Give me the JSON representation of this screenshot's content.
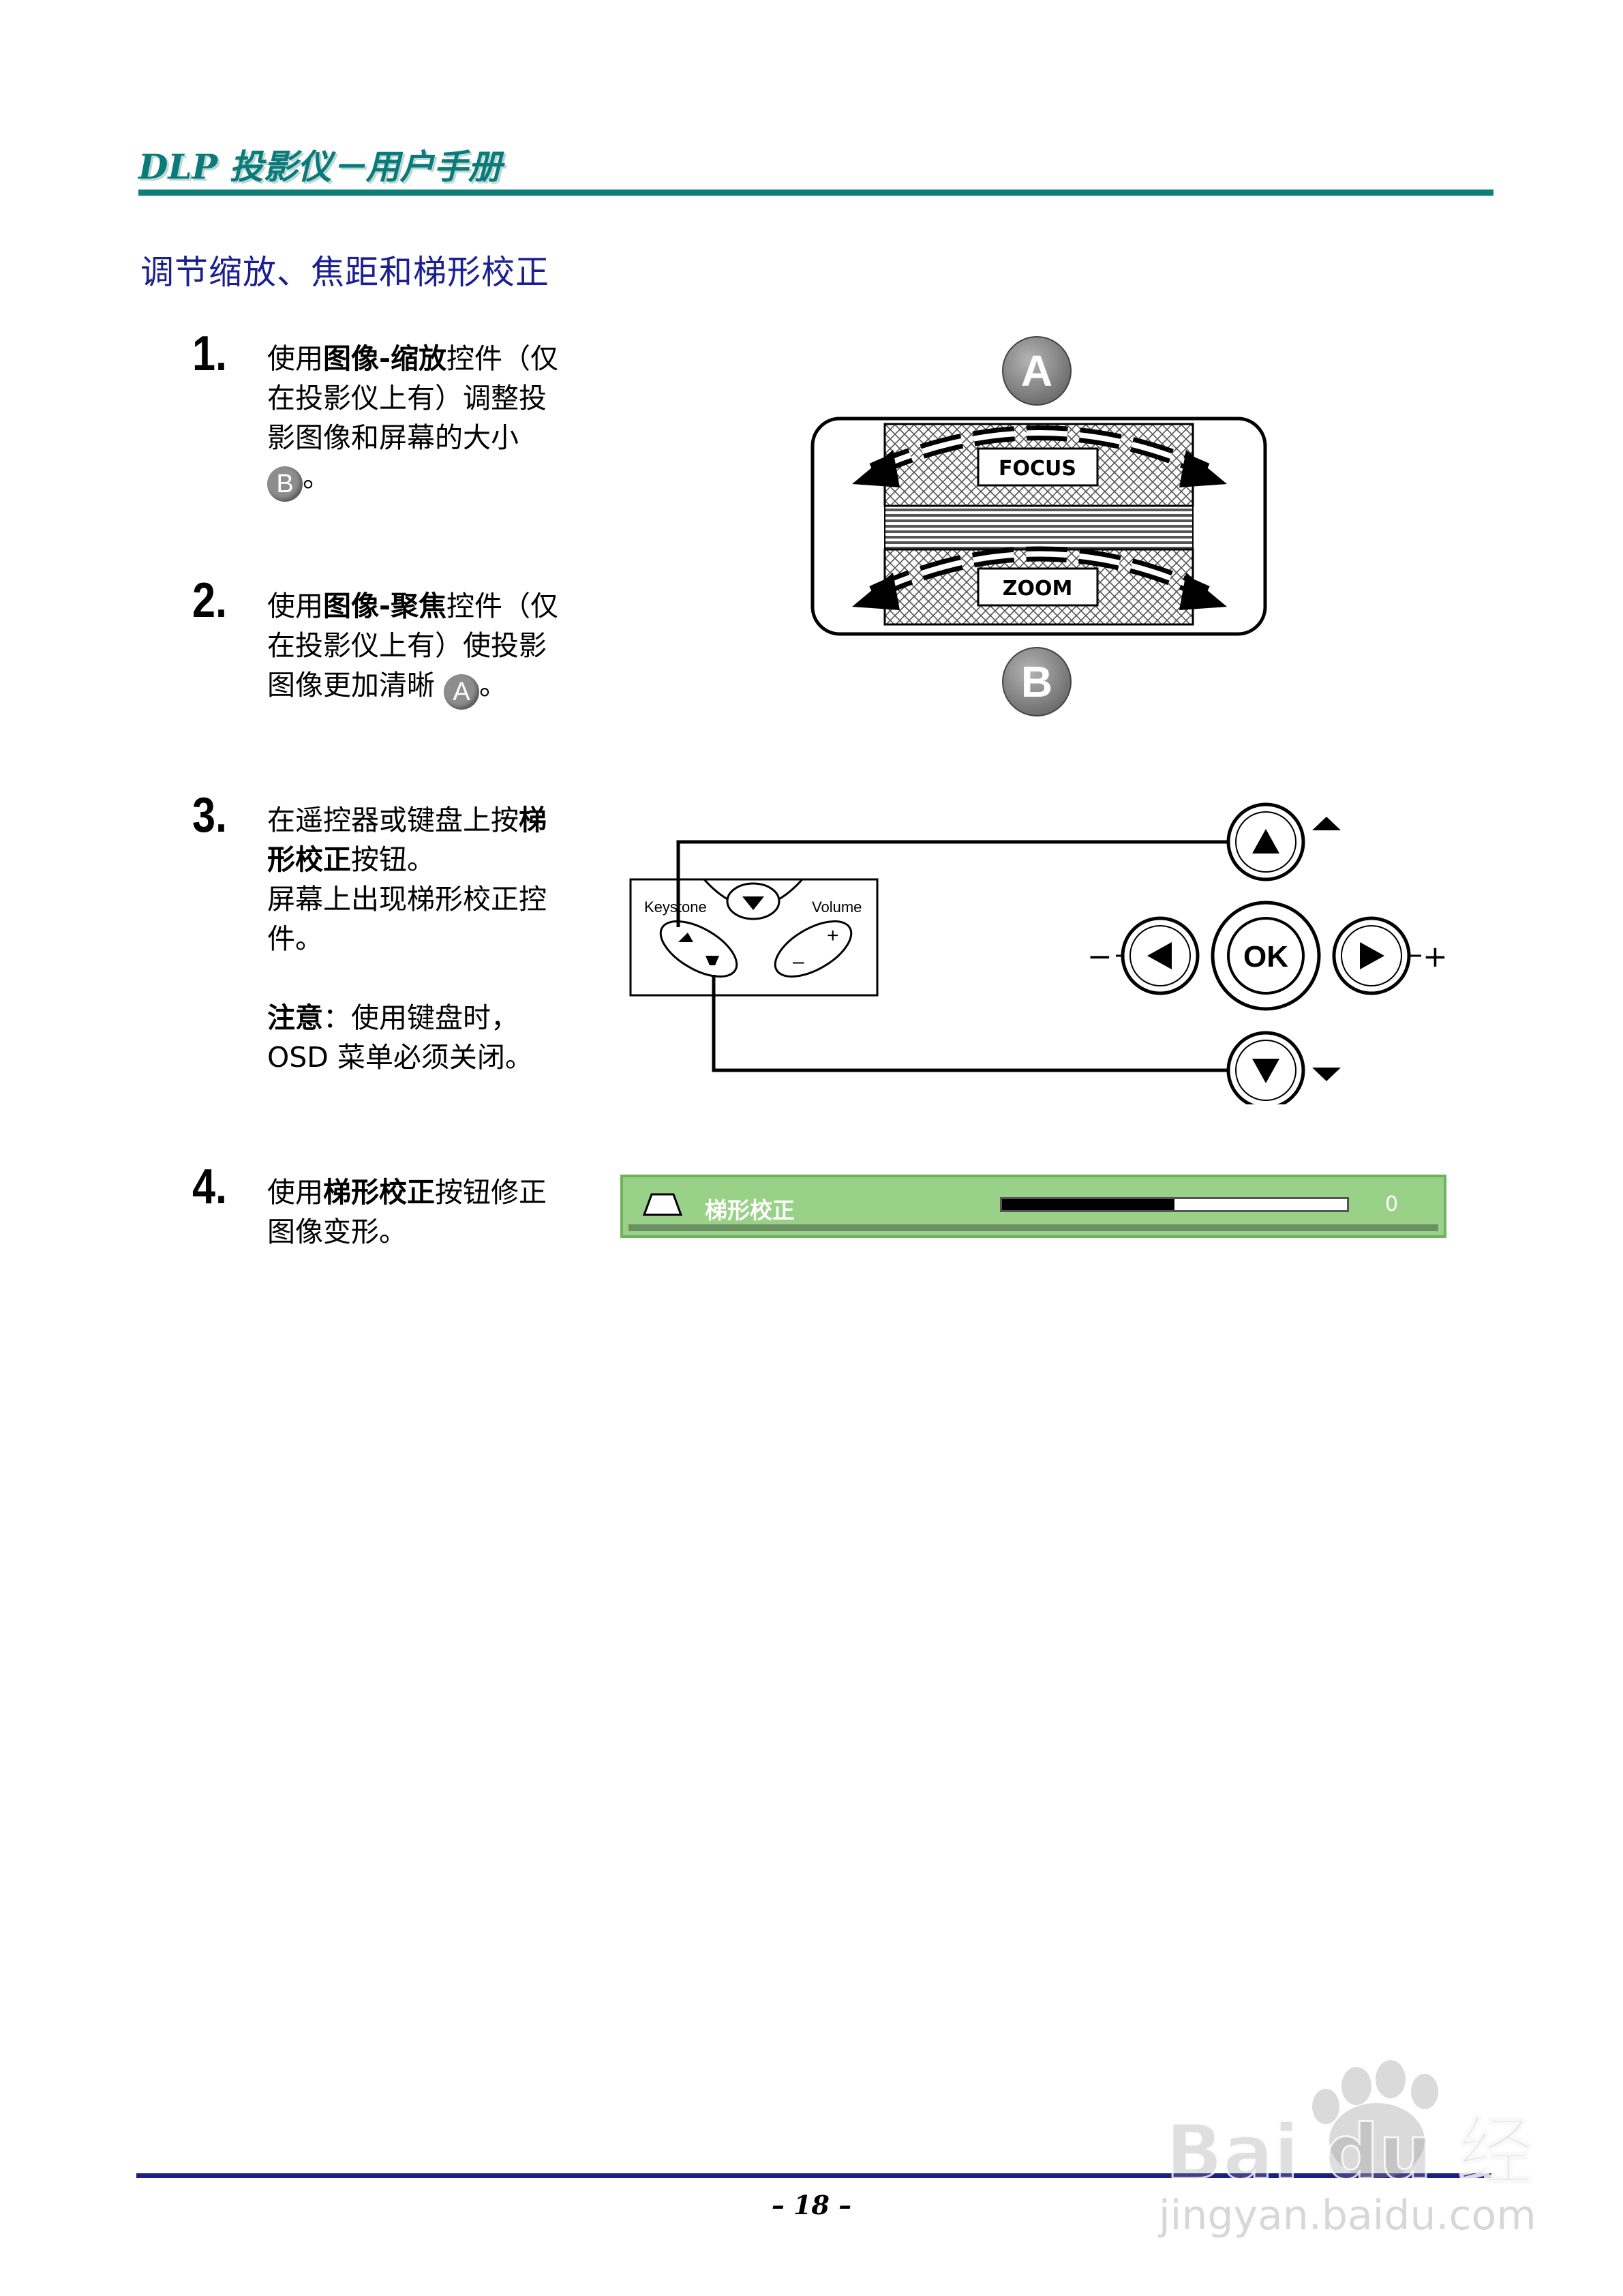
{
  "header": {
    "title": "DLP 投影仪－用户手册"
  },
  "section": {
    "title": "调节缩放、焦距和梯形校正"
  },
  "steps": [
    {
      "number": "1.",
      "lines": [
        {
          "pre": "使用",
          "bold": "图像-缩放",
          "post": "控件（仅"
        },
        {
          "text": "在投影仪上有）调整投"
        },
        {
          "text": "影图像和屏幕的大小"
        }
      ],
      "badge": "B",
      "tail": "。"
    },
    {
      "number": "2.",
      "lines": [
        {
          "pre": "使用",
          "bold": "图像-聚焦",
          "post": "控件（仅"
        },
        {
          "text": "在投影仪上有）使投影"
        }
      ],
      "last_line": "图像更加清晰",
      "badge": "A",
      "tail": "。"
    },
    {
      "number": "3.",
      "line1_pre": "在遥控器或键盘上按",
      "line1_bold": "梯",
      "line2_bold": "形校正",
      "line2_post": "按钮。",
      "line3": "屏幕上出现梯形校正控",
      "line4": "件。",
      "note_bold": "注意",
      "note_rest": "：使用键盘时，",
      "note_line2": "OSD 菜单必须关闭。"
    },
    {
      "number": "4.",
      "line1_pre": "使用",
      "line1_bold": "梯形校正",
      "line1_post": "按钮修正",
      "line2": "图像变形。"
    }
  ],
  "lens_diagram": {
    "badge_top": "A",
    "badge_bottom": "B",
    "focus_label": "FOCUS",
    "zoom_label": "ZOOM"
  },
  "keypad_diagram": {
    "keystone_label": "Keystone",
    "volume_label": "Volume",
    "ok_label": "OK",
    "minus_label": "−",
    "plus_label": "+"
  },
  "osd": {
    "label": "梯形校正",
    "value": "0",
    "fill_fraction": 0.5
  },
  "footer": {
    "page_number": "– 18 –"
  },
  "watermark": {
    "brand": "Bai du 经验",
    "url": "jingyan.baidu.com"
  },
  "colors": {
    "header_teal": "#0e7e7a",
    "section_blue": "#1b1f8f",
    "osd_green": "#9ad188",
    "footer_navy": "#1c1f84"
  }
}
